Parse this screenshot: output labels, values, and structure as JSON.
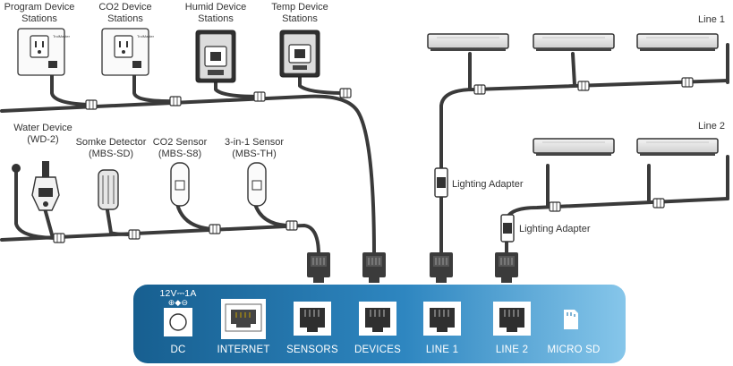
{
  "device_stations": [
    {
      "line1": "Program Device",
      "line2": "Stations"
    },
    {
      "line1": "CO2 Device",
      "line2": "Stations"
    },
    {
      "line1": "Humid Device",
      "line2": "Stations"
    },
    {
      "line1": "Temp Device",
      "line2": "Stations"
    }
  ],
  "outlet_brand": "TrolMaster",
  "sensors": [
    {
      "line1": "Water Device",
      "line2": "(WD-2)"
    },
    {
      "line1": "Somke Detector",
      "line2": "(MBS-SD)"
    },
    {
      "line1": "CO2 Sensor",
      "line2": "(MBS-S8)"
    },
    {
      "line1": "3-in-1 Sensor",
      "line2": "(MBS-TH)"
    }
  ],
  "lines": {
    "line1": "Line 1",
    "line2": "Line 2"
  },
  "adapters": {
    "adapter1": "Lighting Adapter",
    "adapter2": "Lighting Adapter"
  },
  "panel": {
    "dc_rating": "12V⎓1A",
    "polarity": "⊕◆⊖",
    "ports": [
      "DC",
      "INTERNET",
      "SENSORS",
      "DEVICES",
      "LINE 1",
      "LINE 2",
      "MICRO SD"
    ]
  },
  "colors": {
    "panel_dark": "#1d6fa3",
    "panel_light": "#7ec0e6",
    "cable": "#3a3a3a"
  }
}
